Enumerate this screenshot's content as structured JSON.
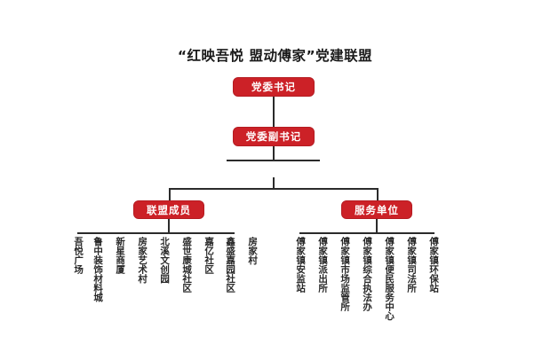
{
  "chart_data": {
    "type": "diagram",
    "diagram_kind": "organization-chart",
    "title": "“红映吾悦 盟动傅家”党建联盟",
    "orientation": "top-down",
    "accent_color": "#cc2127",
    "line_color": "#2b2b2b",
    "text_color": "#2a2a2a",
    "levels": [
      {
        "level": 1,
        "nodes": [
          "党委书记"
        ]
      },
      {
        "level": 2,
        "nodes": [
          "党委副书记"
        ]
      },
      {
        "level": 3,
        "nodes": [
          "联盟成员",
          "服务单位"
        ]
      },
      {
        "level": 4,
        "nodes": [
          "吾悦广场",
          "鲁中装饰材料城",
          "新星商厦",
          "房家艺术村",
          "北溪文创园",
          "盛世康城社区",
          "嘉亿社区",
          "鑫盛嘉园社区",
          "房家村",
          "傅家镇安监站",
          "傅家镇派出所",
          "傅家镇市场监管所",
          "傅家镇司法所",
          "傅家镇便民服务中心",
          "傅家镇综合执法办",
          "傅家镇环保站"
        ]
      }
    ]
  },
  "title": "“红映吾悦 盟动傅家”党建联盟",
  "nodes": {
    "root": "党委书记",
    "deputy": "党委副书记",
    "branch_left": "联盟成员",
    "branch_right": "服务单位"
  },
  "alliance_members": [
    {
      "label": "吾悦广场"
    },
    {
      "label": "鲁中装饰材料城"
    },
    {
      "label": "新星商厦"
    },
    {
      "label": "房家艺术村"
    },
    {
      "label": "北溪文创园"
    },
    {
      "label": "盛世康城社区"
    },
    {
      "label": "嘉亿社区"
    },
    {
      "label": "鑫盛嘉园社区"
    },
    {
      "label": "房家村"
    }
  ],
  "service_units": [
    {
      "label": "傅家镇安监站"
    },
    {
      "label": "傅家镇派出所"
    },
    {
      "label": "傅家镇市场监管所"
    },
    {
      "label": "傅家镇综合执法办"
    },
    {
      "label": "傅家镇便民服务中心"
    },
    {
      "label": "傅家镇司法所"
    },
    {
      "label": "傅家镇环保站"
    }
  ]
}
